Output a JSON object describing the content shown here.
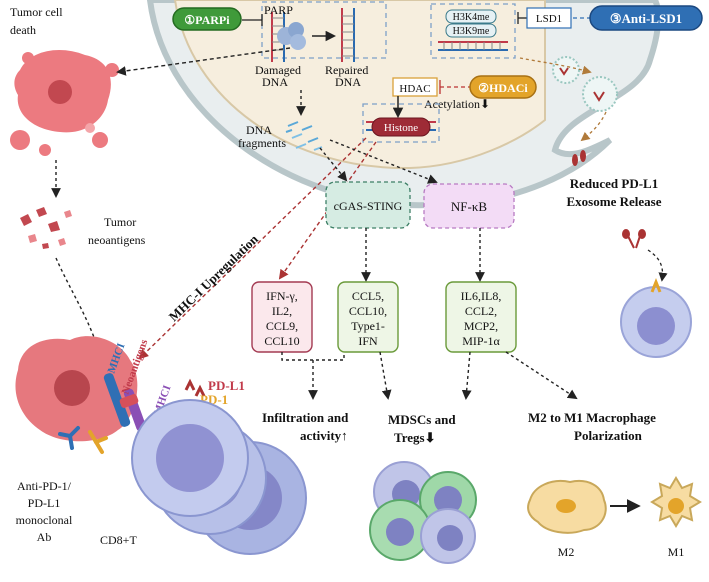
{
  "drugs": {
    "parpi": "①PARPi",
    "hdaci": "②HDACi",
    "anti_lsd1": "③Anti-LSD1"
  },
  "nucleus": {
    "parp": "PARP",
    "damaged_dna": [
      "Damaged",
      "DNA"
    ],
    "repaired_dna": [
      "Repaired",
      "DNA"
    ],
    "h3k4me": "H3K4me",
    "h3k9me": "H3K9me",
    "lsd1": "LSD1",
    "hdac": "HDAC",
    "acetylation": "Acetylation⬇",
    "histone": "Histone"
  },
  "dna_fragments": [
    "DNA",
    "fragments"
  ],
  "pathways": {
    "cgas_sting": "cGAS-STING",
    "nfkb": "NF-κB"
  },
  "cytokines": {
    "group1": [
      "IFN-γ,",
      "IL2,",
      "CCL9,",
      "CCL10"
    ],
    "group2": [
      "CCL5,",
      "CCL10,",
      "Type1-",
      "IFN"
    ],
    "group3": [
      "IL6,IL8,",
      "CCL2,",
      "MCP2,",
      "MIP-1α"
    ]
  },
  "outcomes": {
    "infiltration": "Infiltration and",
    "activity": "activity↑",
    "mdscs": "MDSCs and",
    "tregs": "Tregs⬇",
    "m2m1_1": "M2 to M1 Macrophage",
    "m2m1_2": "Polarization",
    "exosome_1": "Reduced PD-L1",
    "exosome_2": "Exosome Release"
  },
  "left": {
    "tumor_death": [
      "Tumor cell",
      "death"
    ],
    "neoantigens": [
      "Tumor",
      "neoantigens"
    ],
    "mhc_up": "MHC-I Upregulation",
    "antibody": [
      "Anti-PD-1/",
      "PD-L1",
      "monoclonal",
      "Ab"
    ],
    "cd8": "CD8+T",
    "mhc1_a": "MHCI",
    "mhc1_b": "MHCI",
    "neo_label": "Neoantigens",
    "pdl1": "PD-L1",
    "pd1": "PD-1"
  },
  "macrophage": {
    "m2": "M2",
    "m1": "M1"
  },
  "colors": {
    "nucleus_fill": "#f6eede",
    "cell_fill": "#e9eeef",
    "cell_border": "#b8c6c9",
    "green": "#3f9a3a",
    "orange": "#e3a42a",
    "blue": "#2f6fb4",
    "tumor": "#e6787e",
    "tcell": "#a9b4e2"
  }
}
